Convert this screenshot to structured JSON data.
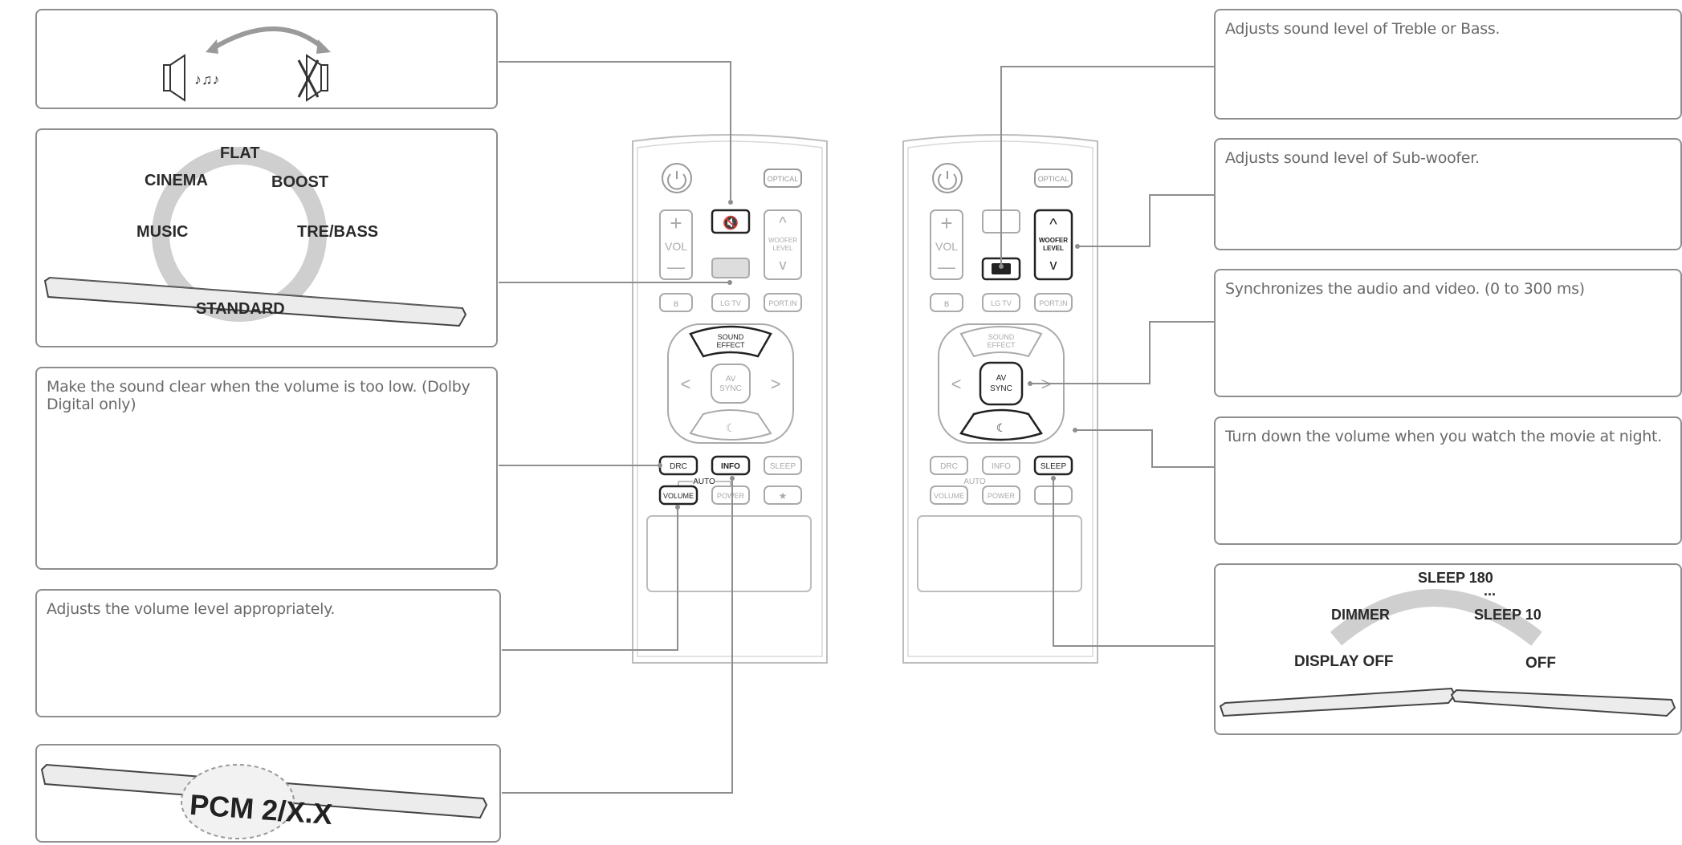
{
  "mute_panel": {},
  "sound_effect_panel": {
    "modes": [
      "FLAT",
      "CINEMA",
      "BOOST",
      "MUSIC",
      "TRE/BASS",
      "STANDARD"
    ]
  },
  "drc_panel": {
    "text": "Make the sound clear when the volume is too low. (Dolby Digital only)"
  },
  "auto_volume_panel": {
    "text": "Adjusts the volume level appropriately."
  },
  "info_panel": {
    "display_text": "PCM 2/X.X"
  },
  "treble_bass_panel": {
    "text": "Adjusts sound level of Treble or Bass."
  },
  "woofer_panel": {
    "text": "Adjusts sound level of Sub-woofer."
  },
  "av_sync_panel": {
    "text": "Synchronizes the audio and video. (0 to 300 ms)"
  },
  "night_panel": {
    "text": "Turn down the volume when you watch the movie at night."
  },
  "sleep_panel": {
    "labels": {
      "sleep180": "SLEEP 180",
      "dots": "...",
      "dimmer": "DIMMER",
      "sleep10": "SLEEP 10",
      "display_off": "DISPLAY OFF",
      "off": "OFF"
    }
  },
  "remote": {
    "optical": "OPTICAL",
    "vol": "VOL",
    "woofer_level": "WOOFER LEVEL",
    "lg_tv": "LG TV",
    "port_in": "PORT.IN",
    "sound_effect": "SOUND EFFECT",
    "av_sync": "AV SYNC",
    "drc": "DRC",
    "info": "INFO",
    "sleep": "SLEEP",
    "auto": "AUTO",
    "volume": "VOLUME",
    "power": "POWER",
    "star": "★"
  },
  "colors": {
    "line": "#8e8e8e",
    "arrow_gray": "#c8c8c8",
    "text": "#2a2a2a",
    "desc": "#6a6a6a"
  }
}
